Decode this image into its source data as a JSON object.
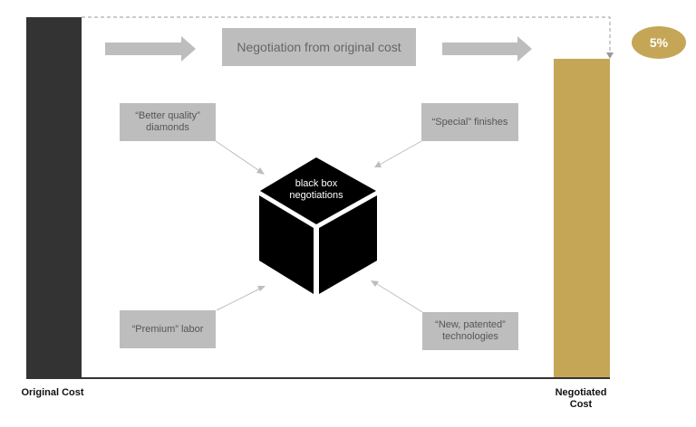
{
  "labels": {
    "original": "Original Cost",
    "negotiated": "Negotiated Cost"
  },
  "badge": {
    "text": "5%",
    "color": "#c4a656"
  },
  "title_box": {
    "text": "Negotiation from original cost"
  },
  "factors": {
    "better_quality": "“Better quality” diamonds",
    "special_finishes": "“Special” finishes",
    "premium_labor": "“Premium” labor",
    "new_technologies": "“New, patented” technologies"
  },
  "cube": {
    "text": "black box negotiations"
  },
  "colors": {
    "original_bar": "#333333",
    "negotiated_bar": "#c4a656",
    "box_fill": "#bdbdbd",
    "arrow": "#bdbdbd"
  }
}
